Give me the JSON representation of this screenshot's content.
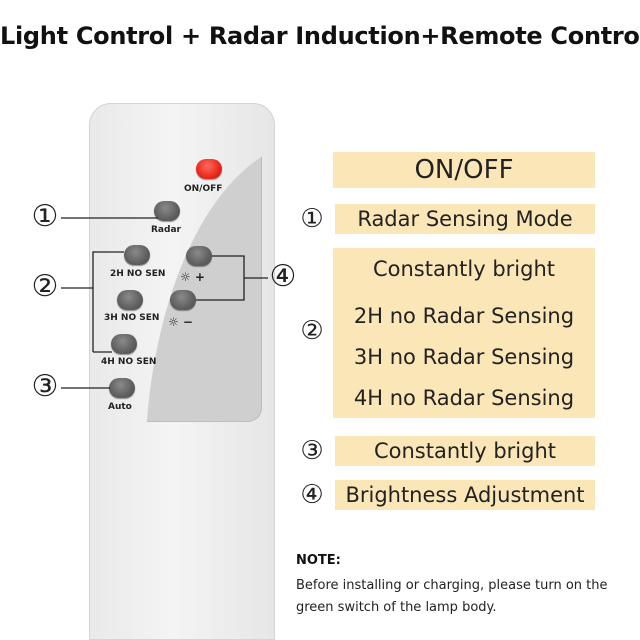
{
  "headline": "Light Control + Radar Induction+Remote Control",
  "remote": {
    "onoff_label": "ON/OFF",
    "radar_label": "Radar",
    "h2_label": "2H NO SEN",
    "h3_label": "3H NO SEN",
    "h4_label": "4H NO SEN",
    "auto_label": "Auto",
    "bright_up_label": "☼ +",
    "bright_down_label": "☼ −"
  },
  "callouts": {
    "one": "①",
    "two": "②",
    "three": "③",
    "four": "④"
  },
  "legend": {
    "onoff": "ON/OFF",
    "item1_num": "①",
    "item1": "Radar Sensing Mode",
    "item2_num": "②",
    "item2_lines": [
      "Constantly bright",
      "2H no Radar Sensing",
      "3H no Radar Sensing",
      "4H no Radar Sensing"
    ],
    "item3_num": "③",
    "item3": "Constantly bright",
    "item4_num": "④",
    "item4": "Brightness Adjustment"
  },
  "note": {
    "title": "NOTE:",
    "text": "Before installing or charging, please turn on the green switch of the lamp body."
  },
  "colors": {
    "highlight": "#fbe6b8",
    "power_button": "#e8281d",
    "button": "#5f5f5f"
  }
}
